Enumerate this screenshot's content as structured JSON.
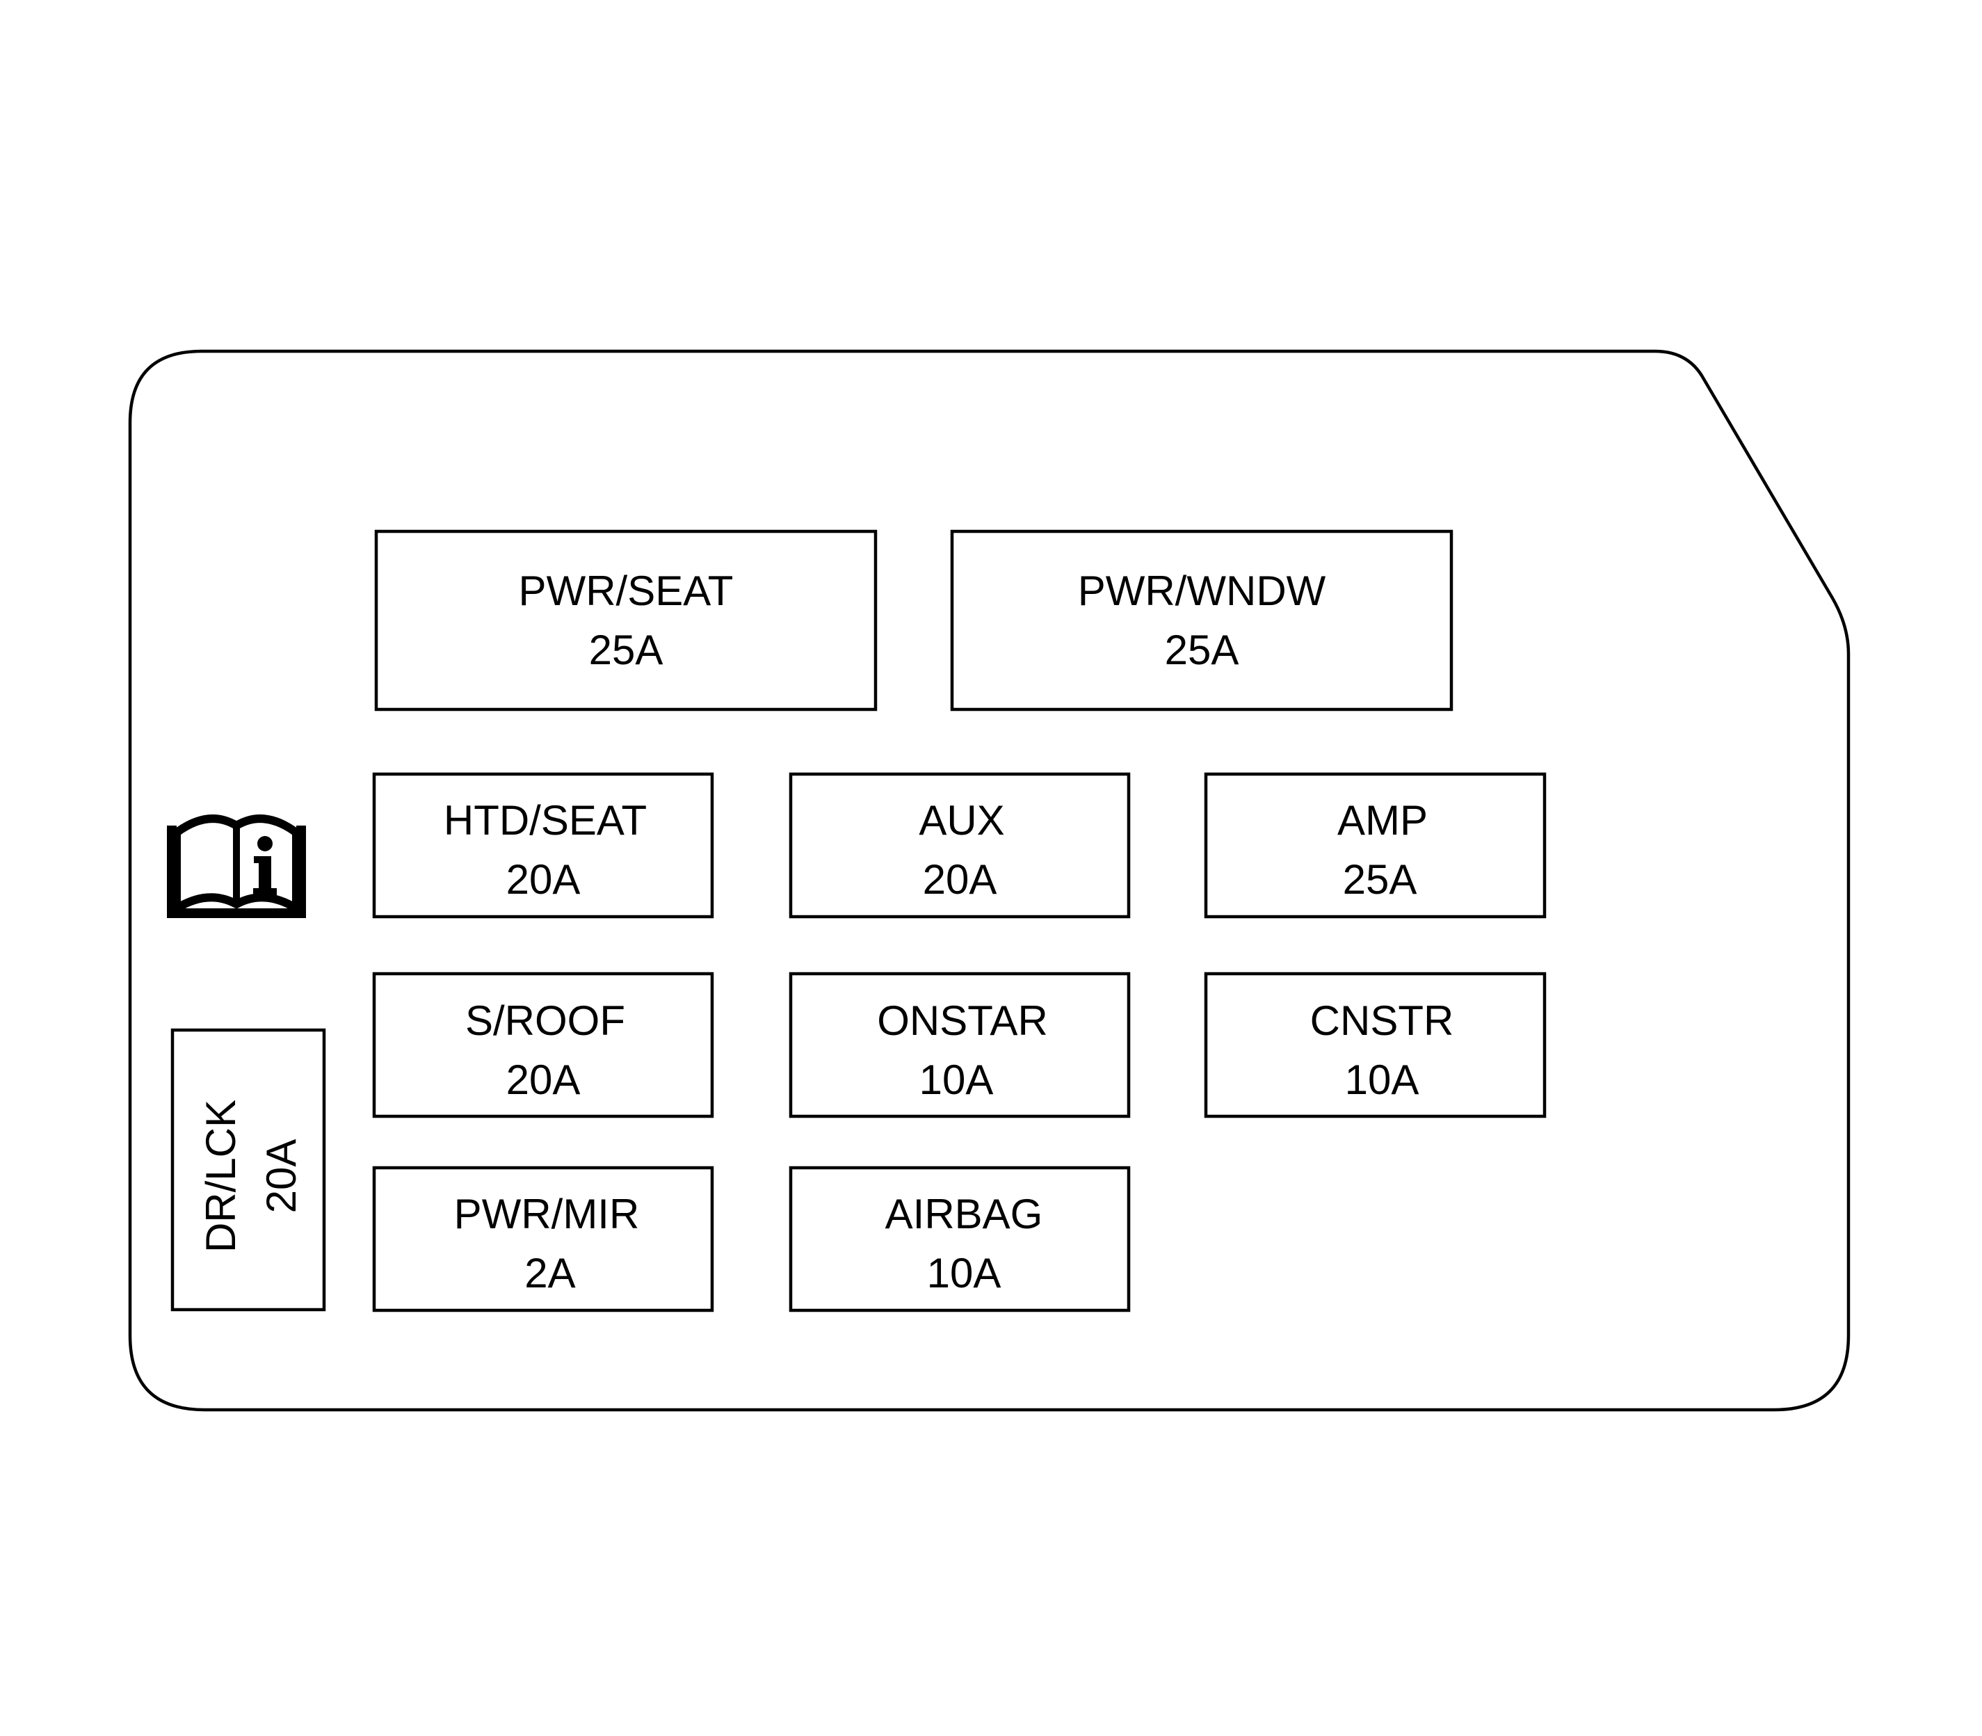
{
  "fuses": [
    {
      "id": "pwr-seat",
      "name": "PWR/SEAT",
      "rating": "25A"
    },
    {
      "id": "pwr-wndw",
      "name": "PWR/WNDW",
      "rating": "25A"
    },
    {
      "id": "htd-seat",
      "name": "HTD/SEAT",
      "rating": "20A"
    },
    {
      "id": "aux",
      "name": "AUX",
      "rating": "20A"
    },
    {
      "id": "amp",
      "name": "AMP",
      "rating": "25A"
    },
    {
      "id": "s-roof",
      "name": "S/ROOF",
      "rating": "20A"
    },
    {
      "id": "onstar",
      "name": "ONSTAR",
      "rating": "10A"
    },
    {
      "id": "cnstr",
      "name": "CNSTR",
      "rating": "10A"
    },
    {
      "id": "pwr-mir",
      "name": "PWR/MIR",
      "rating": "2A"
    },
    {
      "id": "airbag",
      "name": "AIRBAG",
      "rating": "10A"
    },
    {
      "id": "dr-lck",
      "name": "DR/LCK",
      "rating": "20A"
    }
  ],
  "icons": {
    "manual": "owners-manual-info-icon"
  },
  "colors": {
    "line": "#000000",
    "background": "#ffffff"
  }
}
